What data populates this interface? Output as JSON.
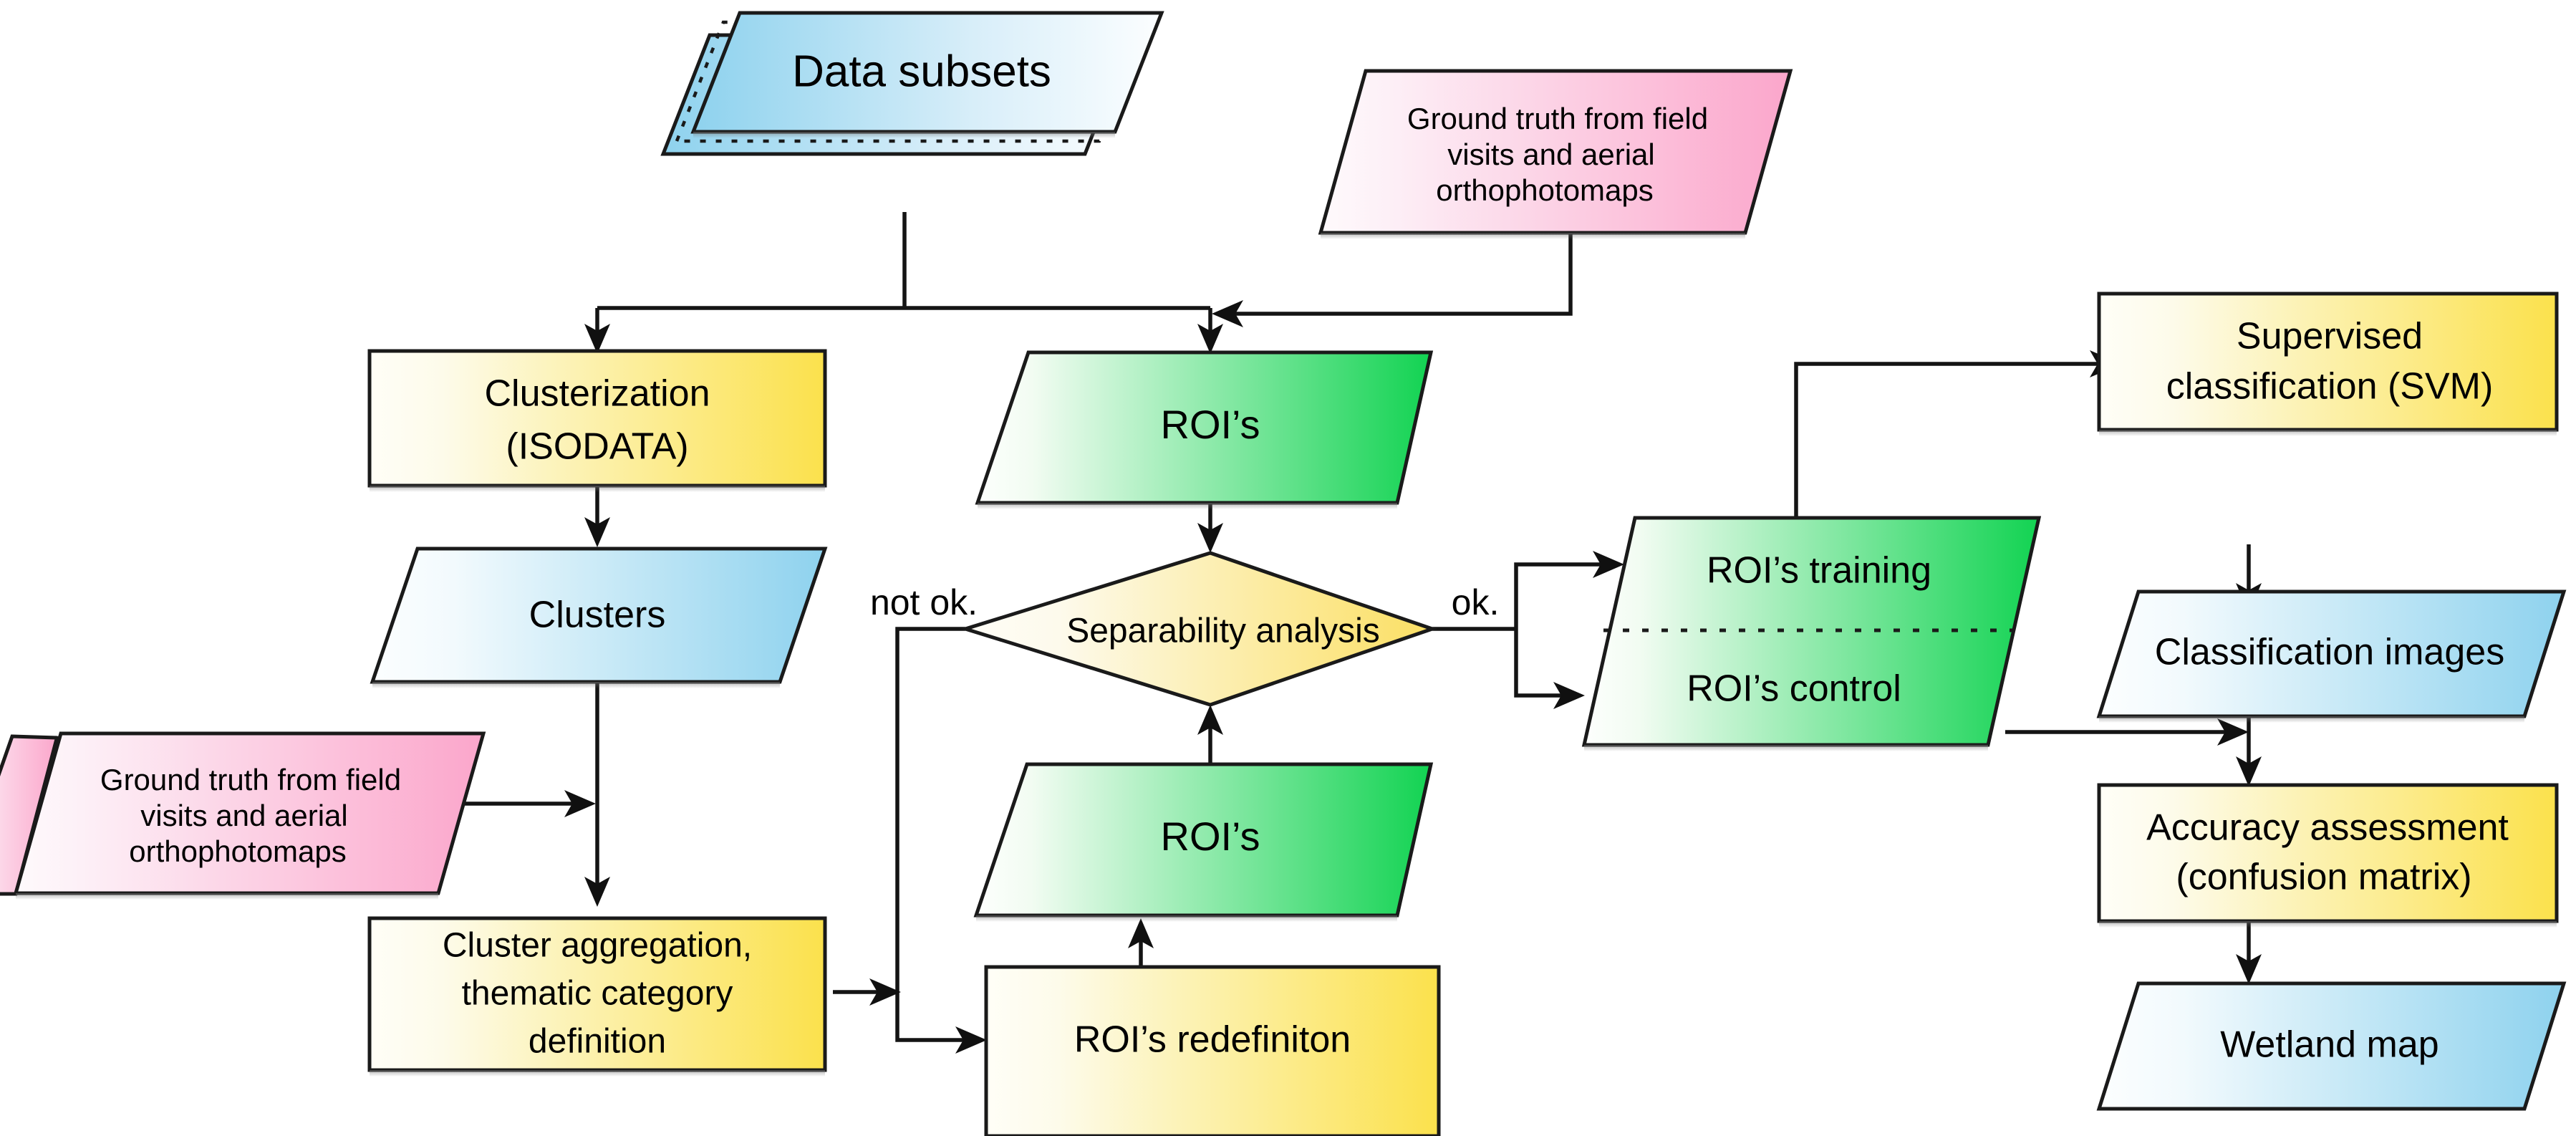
{
  "diagram": {
    "title": "Wetland mapping classification workflow",
    "palette": {
      "blue_light": "#fbfdfe",
      "blue_dark": "#8fd3ef",
      "yellow_light": "#fdfcf0",
      "yellow_dark": "#fbe24f",
      "green_light": "#fbfffb",
      "green_dark": "#19d455",
      "pink_light": "#fdf3f8",
      "pink_dark": "#fba9cd",
      "diamond_light": "#fdfbef",
      "diamond_dark": "#fbe06a",
      "outline": "#1a1a1a",
      "connector": "#141414"
    },
    "nodes": [
      {
        "id": "data-subsets",
        "label": "Data subsets",
        "shape": "stacked-parallelogram",
        "fill": "blue"
      },
      {
        "id": "ground-truth-top",
        "label": "Ground truth from field\nvisits and aerial\northophotomaps",
        "shape": "parallelogram",
        "fill": "pink"
      },
      {
        "id": "clusterization",
        "label": "Clusterization\n(ISODATA)",
        "shape": "rect",
        "fill": "yellow"
      },
      {
        "id": "clusters",
        "label": "Clusters",
        "shape": "parallelogram",
        "fill": "blue"
      },
      {
        "id": "ground-truth-bottom",
        "label": "Ground truth from field\nvisits and aerial\northophotomaps",
        "shape": "parallelogram",
        "fill": "pink"
      },
      {
        "id": "cluster-aggregation",
        "label": "Cluster aggregation,\nthematic category\ndefinition",
        "shape": "rect",
        "fill": "yellow"
      },
      {
        "id": "rois-top",
        "label": "ROI’s",
        "shape": "parallelogram",
        "fill": "green"
      },
      {
        "id": "separability",
        "label": "Separability analysis",
        "shape": "diamond",
        "fill": "diamond"
      },
      {
        "id": "rois-bottom",
        "label": "ROI’s",
        "shape": "parallelogram",
        "fill": "green"
      },
      {
        "id": "rois-redefiniton",
        "label": "ROI’s redefiniton",
        "shape": "rect",
        "fill": "yellow"
      },
      {
        "id": "rois-training",
        "label": "ROI’s training",
        "shape": "split-parallelogram-top",
        "fill": "green"
      },
      {
        "id": "rois-control",
        "label": "ROI’s control",
        "shape": "split-parallelogram-bottom",
        "fill": "green"
      },
      {
        "id": "supervised",
        "label": "Supervised\nclassification (SVM)",
        "shape": "rect",
        "fill": "yellow"
      },
      {
        "id": "classification-images",
        "label": "Classification images",
        "shape": "parallelogram",
        "fill": "blue"
      },
      {
        "id": "accuracy",
        "label": "Accuracy assessment\n(confusion matrix)",
        "shape": "rect",
        "fill": "yellow"
      },
      {
        "id": "wetland-map",
        "label": "Wetland map",
        "shape": "parallelogram",
        "fill": "blue"
      }
    ],
    "edge_labels": [
      {
        "id": "not-ok",
        "text": "not ok."
      },
      {
        "id": "ok",
        "text": "ok."
      }
    ],
    "node_text": {
      "data_subsets": "Data subsets",
      "ground_truth_top_l1": "Ground truth from field",
      "ground_truth_top_l2": "visits and aerial",
      "ground_truth_top_l3": "orthophotomaps",
      "clusterization_l1": "Clusterization",
      "clusterization_l2": "(ISODATA)",
      "clusters": "Clusters",
      "ground_truth_bottom_l1": "Ground truth from field",
      "ground_truth_bottom_l2": "visits and aerial",
      "ground_truth_bottom_l3": "orthophotomaps",
      "cluster_aggregation_l1": "Cluster aggregation,",
      "cluster_aggregation_l2": "thematic category",
      "cluster_aggregation_l3": "definition",
      "rois_top": "ROI’s",
      "separability": "Separability analysis",
      "rois_bottom": "ROI’s",
      "rois_redefiniton": "ROI’s redefiniton",
      "rois_training": "ROI’s training",
      "rois_control": "ROI’s control",
      "supervised_l1": "Supervised",
      "supervised_l2": "classification (SVM)",
      "classification_images": "Classification images",
      "accuracy_l1": "Accuracy assessment",
      "accuracy_l2": "(confusion matrix)",
      "wetland_map": "Wetland map",
      "label_not_ok": "not ok.",
      "label_ok": "ok."
    }
  }
}
